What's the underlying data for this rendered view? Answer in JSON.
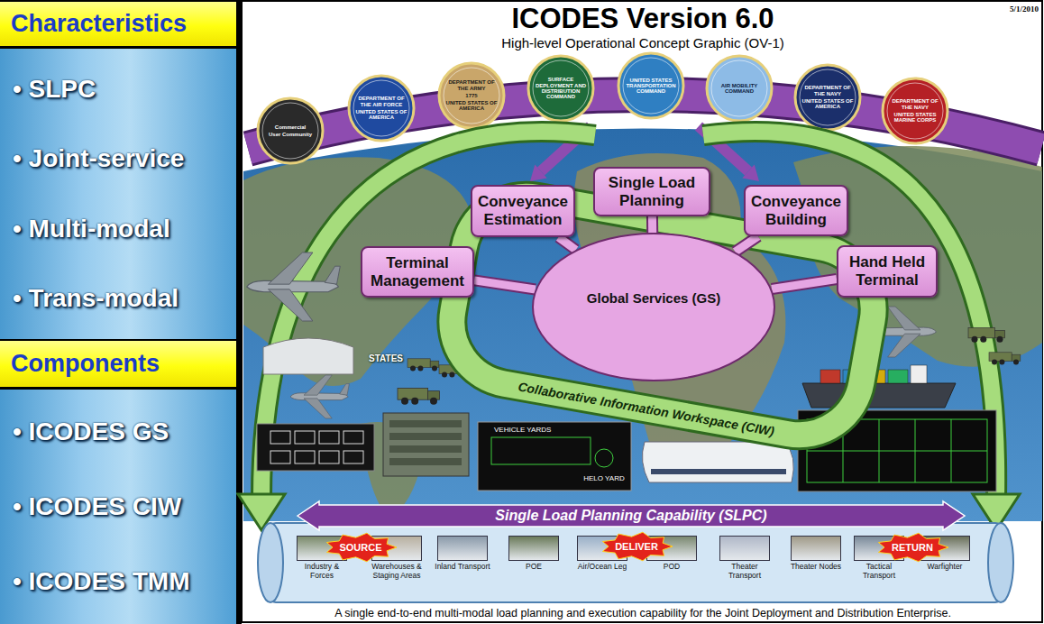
{
  "diagram": {
    "title": "ICODES Version 6.0",
    "caption": "A single end-to-end multi-modal load planning and execution capability for the Joint Deployment and Distribution Enterprise.",
    "nodes": [
      {
        "text": [
          "Characteristics"
        ]
      },
      {
        "text": [
          "• SLPC",
          "• Joint-service",
          "• Multi-modal",
          "• Trans-modal"
        ]
      },
      {
        "text": [
          "Components"
        ]
      },
      {
        "text": [
          "• ICODES GS",
          "• ICODES CIW",
          "• ICODES TMM"
        ]
      },
      {
        "text": [
          "Single Load Planning"
        ]
      },
      {
        "text": [
          "Conveyance Estimation"
        ]
      },
      {
        "text": [
          "Conveyance Building"
        ]
      },
      {
        "text": [
          "Terminal Management"
        ]
      },
      {
        "text": [
          "Hand Held Terminal"
        ]
      },
      {
        "text": [
          "Collaborative Information Workspace (CIW)"
        ]
      },
      {
        "text": [
          "Global Services (GS)"
        ],
        "in": 9
      },
      {
        "text": [
          "Single Load Planning Capability (SLPC)"
        ]
      },
      {
        "text": [
          "Industry & Forces"
        ]
      },
      {
        "text": [
          "Warehouses & Staging Areas"
        ]
      },
      {
        "text": [
          "Inland Transport"
        ]
      },
      {
        "text": [
          "POE"
        ]
      },
      {
        "text": [
          "Air/Ocean Leg"
        ]
      },
      {
        "text": [
          "POD"
        ]
      },
      {
        "text": [
          "Theater Transport"
        ]
      },
      {
        "text": [
          "Theater Nodes"
        ]
      },
      {
        "text": [
          "Tactical Transport"
        ]
      },
      {
        "text": [
          "Warfighter"
        ]
      }
    ],
    "edges": [
      {
        "from": 4,
        "to": 10,
        "arrow": "none"
      },
      {
        "from": 5,
        "to": 10,
        "arrow": "none"
      },
      {
        "from": 6,
        "to": 10,
        "arrow": "none"
      },
      {
        "from": 7,
        "to": 10,
        "arrow": "none"
      },
      {
        "from": 8,
        "to": 10,
        "arrow": "none"
      }
    ],
    "labels": [
      "5/1/2010",
      "High-level Operational Concept Graphic (OV-1)",
      "Commercial",
      "User Community",
      "DEPARTMENT OF THE AIR FORCE",
      "UNITED STATES OF AMERICA",
      "DEPARTMENT OF THE ARMY",
      "1775",
      "UNITED STATES OF AMERICA",
      "SURFACE DEPLOYMENT AND DISTRIBUTION COMMAND",
      "UNITED STATES TRANSPORTATION COMMAND",
      "AIR MOBILITY COMMAND",
      "DEPARTMENT OF THE NAVY",
      "UNITED STATES OF AMERICA",
      "DEPARTMENT OF THE NAVY",
      "UNITED STATES MARINE CORPS",
      "STATES",
      "VEHICLE YARDS",
      "HELO YARD",
      "SOURCE",
      "DELIVER",
      "RETURN"
    ]
  }
}
